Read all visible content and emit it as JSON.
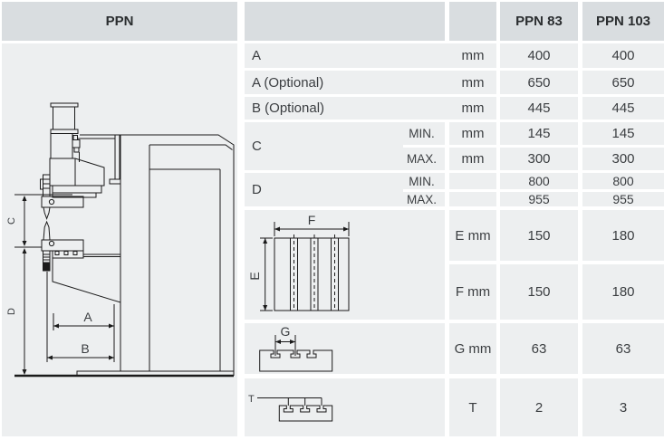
{
  "header": {
    "product": "PPN",
    "model1": "PPN 83",
    "model2": "PPN 103"
  },
  "rows": {
    "a": {
      "label": "A",
      "unit": "mm",
      "v1": "400",
      "v2": "400"
    },
    "a_opt": {
      "label": "A (Optional)",
      "unit": "mm",
      "v1": "650",
      "v2": "650"
    },
    "b_opt": {
      "label": "B (Optional)",
      "unit": "mm",
      "v1": "445",
      "v2": "445"
    },
    "c": {
      "label": "C",
      "min": {
        "sub": "MIN.",
        "unit": "mm",
        "v1": "145",
        "v2": "145"
      },
      "max": {
        "sub": "MAX.",
        "unit": "mm",
        "v1": "300",
        "v2": "300"
      }
    },
    "d": {
      "label": "D",
      "min": {
        "sub": "MIN.",
        "unit": "",
        "v1": "800",
        "v2": "800"
      },
      "max": {
        "sub": "MAX.",
        "unit": "",
        "v1": "955",
        "v2": "955"
      }
    },
    "e": {
      "unit": "E mm",
      "v1": "150",
      "v2": "180"
    },
    "f": {
      "unit": "F mm",
      "v1": "150",
      "v2": "180"
    },
    "g": {
      "unit": "G mm",
      "v1": "63",
      "v2": "63"
    },
    "t": {
      "unit": "T",
      "v1": "2",
      "v2": "3"
    }
  },
  "drawing_labels": {
    "a": "A",
    "b": "B",
    "c": "C",
    "d": "D",
    "e": "E",
    "f": "F",
    "g": "G",
    "t": "T"
  },
  "colors": {
    "header_bg": "#d9dde0",
    "cell_bg": "#edeff0",
    "text": "#3b3e41",
    "line": "#1a1a1a"
  }
}
